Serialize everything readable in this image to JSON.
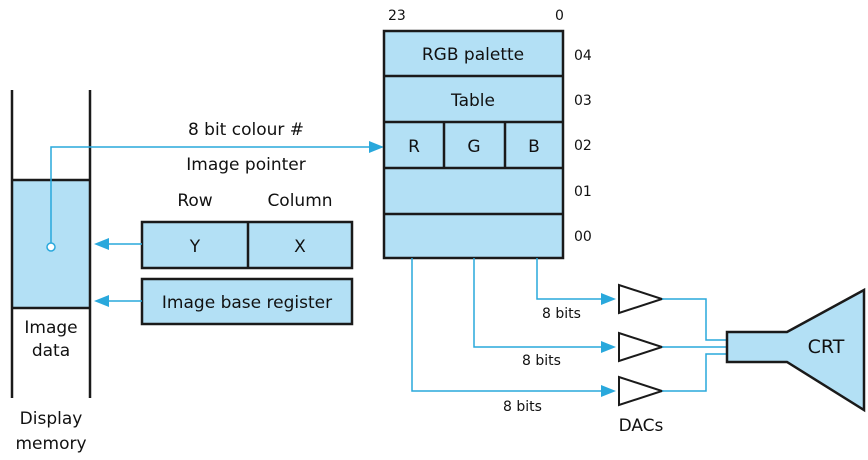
{
  "display_memory": {
    "label_line1": "Display",
    "label_line2": "memory",
    "image_data_line1": "Image",
    "image_data_line2": "data"
  },
  "image_pointer": {
    "colour_label": "8 bit colour #",
    "pointer_label": "Image pointer",
    "row_label": "Row",
    "column_label": "Column",
    "y_label": "Y",
    "x_label": "X",
    "base_register_label": "Image base register"
  },
  "palette": {
    "bit_high": "23",
    "bit_low": "0",
    "rows": [
      {
        "label": "RGB palette",
        "address": "04"
      },
      {
        "label": "Table",
        "address": "03"
      },
      {
        "label": "",
        "address": "02"
      },
      {
        "label": "",
        "address": "01"
      },
      {
        "label": "",
        "address": "00"
      }
    ],
    "r_label": "R",
    "g_label": "G",
    "b_label": "B"
  },
  "outputs": {
    "bits_label_1": "8 bits",
    "bits_label_2": "8 bits",
    "bits_label_3": "8 bits",
    "dacs_label": "DACs",
    "crt_label": "CRT"
  },
  "colors": {
    "box_fill": "#b3e0f5",
    "wire": "#29a8dc",
    "outline": "#1a1a1a"
  }
}
